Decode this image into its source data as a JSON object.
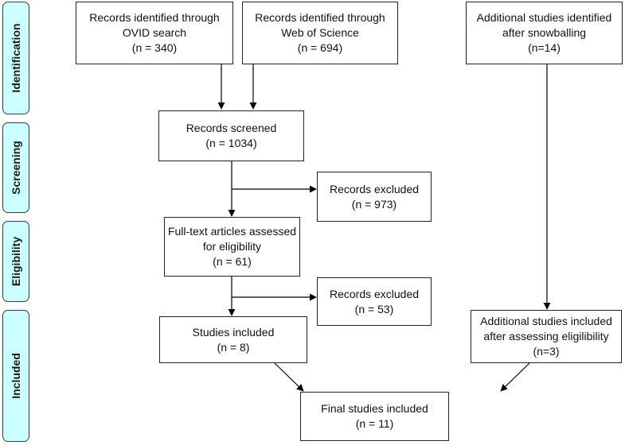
{
  "phases": {
    "identification": "Identification",
    "screening": "Screening",
    "eligibility": "Eligibility",
    "included": "Included"
  },
  "boxes": {
    "ovid": {
      "line1": "Records identified through",
      "line2": "OVID search",
      "line3": "(n = 340)"
    },
    "wos": {
      "line1": "Records identified through",
      "line2": "Web of Science",
      "line3": "(n = 694)"
    },
    "snowball": {
      "line1": "Additional studies identified",
      "line2": "after snowballing",
      "line3": "(n=14)"
    },
    "screened": {
      "line1": "Records screened",
      "line2": "(n = 1034)"
    },
    "excluded1": {
      "line1": "Records excluded",
      "line2": "(n = 973)"
    },
    "fulltext": {
      "line1": "Full-text articles assessed",
      "line2": "for eligibility",
      "line3": "(n = 61)"
    },
    "excluded2": {
      "line1": "Records excluded",
      "line2": "(n = 53)"
    },
    "studies_included": {
      "line1": "Studies included",
      "line2": "(n = 8)"
    },
    "additional_included": {
      "line1": "Additional studies included",
      "line2": "after assessing eligilibility",
      "line3": "(n=3)"
    },
    "final": {
      "line1": "Final studies included",
      "line2": "(n = 11)"
    }
  }
}
